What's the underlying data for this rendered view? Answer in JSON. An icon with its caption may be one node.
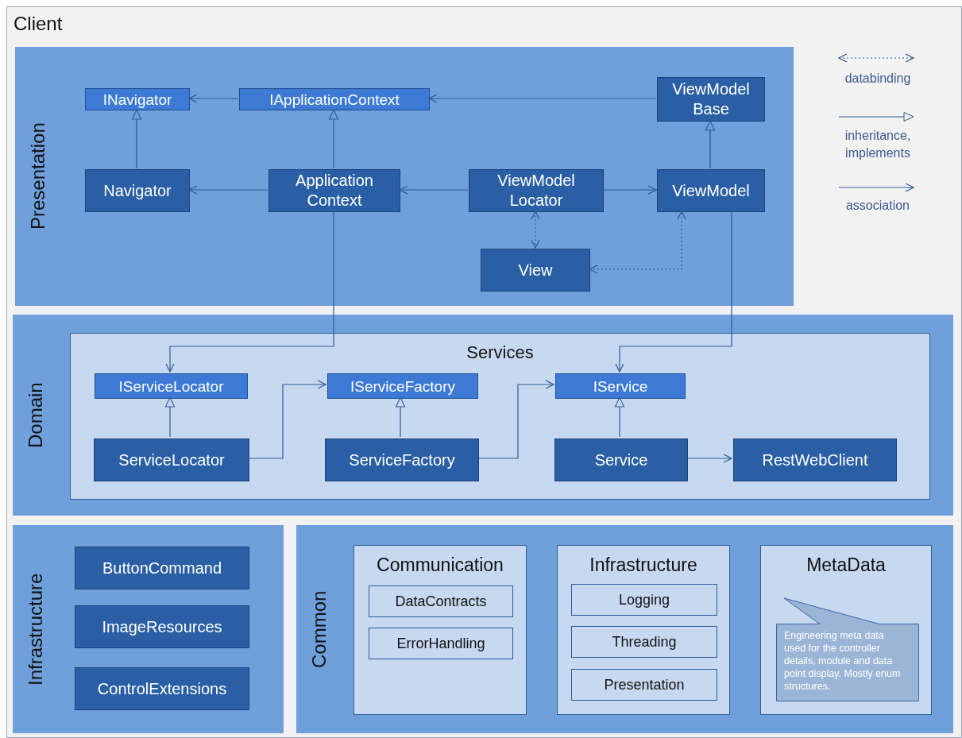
{
  "diagram": {
    "nodes": [
      {
        "text": [
          "Client"
        ]
      },
      {
        "text": [
          "Presentation"
        ],
        "in": 0
      },
      {
        "text": [
          "INavigator"
        ],
        "in": 1
      },
      {
        "text": [
          "IApplicationContext"
        ],
        "in": 1
      },
      {
        "text": [
          "ViewModel Base"
        ],
        "in": 1
      },
      {
        "text": [
          "Navigator"
        ],
        "in": 1
      },
      {
        "text": [
          "Application Context"
        ],
        "in": 1
      },
      {
        "text": [
          "ViewModel Locator"
        ],
        "in": 1
      },
      {
        "text": [
          "ViewModel"
        ],
        "in": 1
      },
      {
        "text": [
          "View"
        ],
        "in": 1
      },
      {
        "text": [
          "Domain"
        ],
        "in": 0
      },
      {
        "text": [
          "Services"
        ],
        "in": 10
      },
      {
        "text": [
          "IServiceLocator"
        ],
        "in": 11
      },
      {
        "text": [
          "IServiceFactory"
        ],
        "in": 11
      },
      {
        "text": [
          "IService"
        ],
        "in": 11
      },
      {
        "text": [
          "ServiceLocator"
        ],
        "in": 11
      },
      {
        "text": [
          "ServiceFactory"
        ],
        "in": 11
      },
      {
        "text": [
          "Service"
        ],
        "in": 11
      },
      {
        "text": [
          "RestWebClient"
        ],
        "in": 11
      },
      {
        "text": [
          "Infrastructure"
        ],
        "in": 0
      },
      {
        "text": [
          "ButtonCommand"
        ],
        "in": 19
      },
      {
        "text": [
          "ImageResources"
        ],
        "in": 19
      },
      {
        "text": [
          "ControlExtensions"
        ],
        "in": 19
      },
      {
        "text": [
          "Common"
        ],
        "in": 0
      },
      {
        "text": [
          "Communication"
        ],
        "in": 23
      },
      {
        "text": [
          "DataContracts"
        ],
        "in": 24
      },
      {
        "text": [
          "ErrorHandling"
        ],
        "in": 24
      },
      {
        "text": [
          "Infrastructure"
        ],
        "in": 23
      },
      {
        "text": [
          "Logging"
        ],
        "in": 27
      },
      {
        "text": [
          "Threading"
        ],
        "in": 27
      },
      {
        "text": [
          "Presentation"
        ],
        "in": 27
      },
      {
        "text": [
          "MetaData"
        ],
        "in": 23
      },
      {
        "text": [
          "Engineering meta data used for the controller details, module and data point display. Mostly enum structures."
        ],
        "in": 31
      }
    ],
    "edges": [
      {
        "from": 3,
        "to": 2,
        "arrow": "to"
      },
      {
        "from": 4,
        "to": 3,
        "arrow": "to"
      },
      {
        "from": 5,
        "to": 2,
        "arrow": "to"
      },
      {
        "from": 6,
        "to": 3,
        "arrow": "to"
      },
      {
        "from": 8,
        "to": 4,
        "arrow": "to"
      },
      {
        "from": 6,
        "to": 5,
        "arrow": "to"
      },
      {
        "from": 7,
        "to": 6,
        "arrow": "to"
      },
      {
        "from": 7,
        "to": 8,
        "arrow": "to"
      },
      {
        "from": 7,
        "to": 9,
        "arrow": "both",
        "style": "dashed"
      },
      {
        "from": 9,
        "to": 8,
        "arrow": "both",
        "style": "dashed"
      },
      {
        "from": 6,
        "to": 12,
        "arrow": "to"
      },
      {
        "from": 8,
        "to": 14,
        "arrow": "to"
      },
      {
        "from": 15,
        "to": 12,
        "arrow": "to"
      },
      {
        "from": 16,
        "to": 13,
        "arrow": "to"
      },
      {
        "from": 17,
        "to": 14,
        "arrow": "to"
      },
      {
        "from": 15,
        "to": 13,
        "arrow": "to"
      },
      {
        "from": 16,
        "to": 14,
        "arrow": "to"
      },
      {
        "from": 17,
        "to": 18,
        "arrow": "to"
      }
    ],
    "legend": [
      {
        "text": "databinding"
      },
      {
        "text": "inheritance, implements"
      },
      {
        "text": "association"
      }
    ]
  }
}
